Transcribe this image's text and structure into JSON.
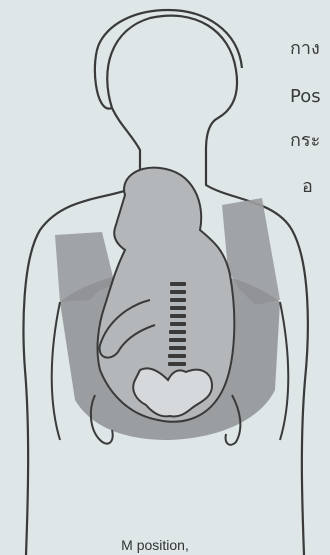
{
  "side_text": {
    "line1": "กาง",
    "line2": "Pos",
    "line3": "กระ",
    "line4": "อ"
  },
  "caption": "M position,",
  "colors": {
    "background": "#dee6e8",
    "outline": "#3a3a3a",
    "carrier_strap": "#9a9c9e",
    "carrier_panel": "#8f9193",
    "baby_fill": "#b4b7b9",
    "spine": "#3a3a3a"
  },
  "icons": [
    "mother-outline-illustration",
    "baby-carrier-illustration",
    "baby-spine-illustration",
    "baby-pelvis-illustration"
  ]
}
